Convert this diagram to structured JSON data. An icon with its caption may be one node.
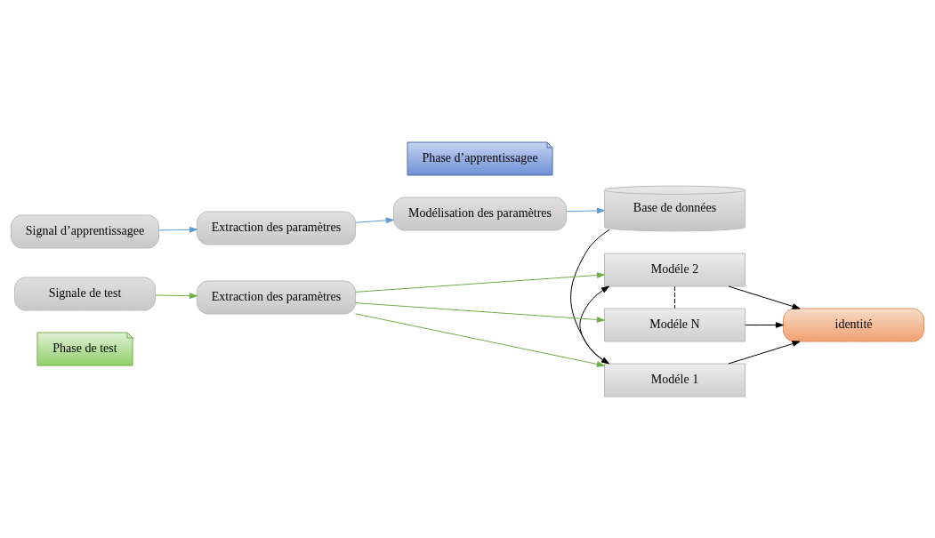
{
  "diagram": {
    "nodes": [
      {
        "text": [
          "Phase d’apprentissagee"
        ]
      },
      {
        "text": [
          "Signal d’apprentissagee"
        ]
      },
      {
        "text": [
          "Extraction des paramètres"
        ]
      },
      {
        "text": [
          "Modélisation des paramètres"
        ]
      },
      {
        "text": [
          "Base de données"
        ]
      },
      {
        "text": [
          "Modéle 1"
        ]
      },
      {
        "text": [
          "Modéle 2"
        ]
      },
      {
        "text": [
          "Modéle N"
        ]
      },
      {
        "text": [
          "Signale de test"
        ]
      },
      {
        "text": [
          "Extraction des paramètres"
        ]
      },
      {
        "text": [
          "identité"
        ]
      },
      {
        "text": [
          "Phase de test"
        ]
      }
    ],
    "edges": [
      {
        "from": 1,
        "to": 2,
        "arrow": "to",
        "color": "#5b9bd5"
      },
      {
        "from": 2,
        "to": 3,
        "arrow": "to",
        "color": "#5b9bd5"
      },
      {
        "from": 3,
        "to": 4,
        "arrow": "to",
        "color": "#5b9bd5"
      },
      {
        "from": 4,
        "to": 5,
        "arrow": "to"
      },
      {
        "from": 5,
        "to": 6,
        "arrow": "to"
      },
      {
        "from": 6,
        "to": 7,
        "arrow": "none",
        "style": "dashed"
      },
      {
        "from": 8,
        "to": 9,
        "arrow": "to",
        "color": "#70ad47"
      },
      {
        "from": 9,
        "to": 5,
        "arrow": "to",
        "color": "#70ad47"
      },
      {
        "from": 9,
        "to": 6,
        "arrow": "to",
        "color": "#70ad47"
      },
      {
        "from": 9,
        "to": 7,
        "arrow": "to",
        "color": "#70ad47"
      },
      {
        "from": 5,
        "to": 10,
        "arrow": "to"
      },
      {
        "from": 6,
        "to": 10,
        "arrow": "to"
      },
      {
        "from": 7,
        "to": 10,
        "arrow": "to"
      }
    ]
  }
}
